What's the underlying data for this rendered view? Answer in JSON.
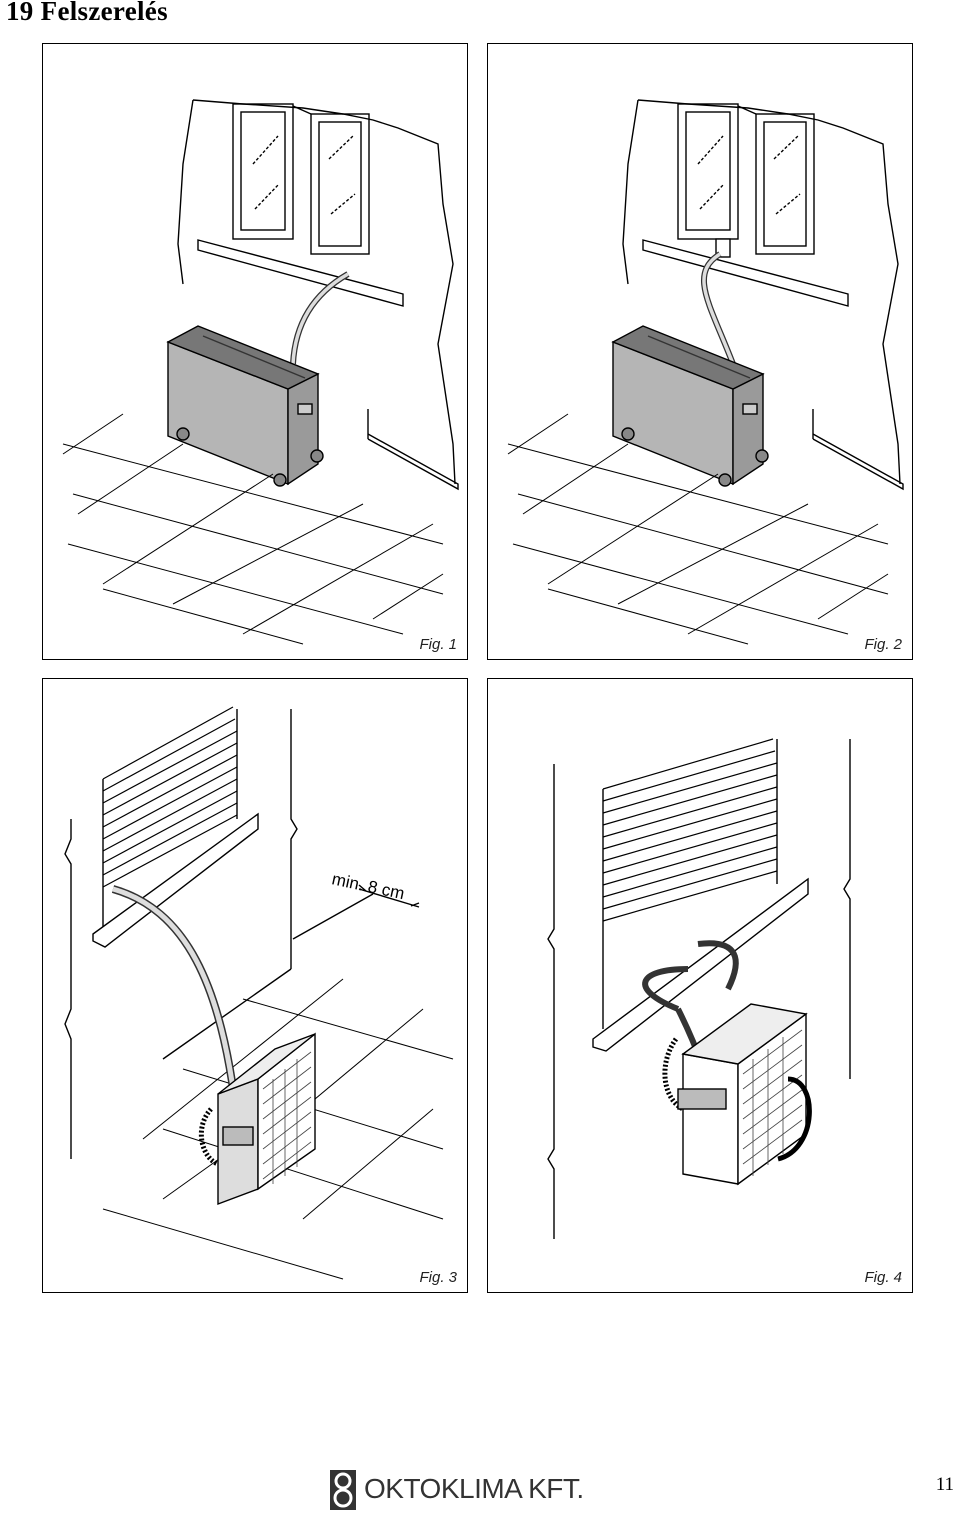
{
  "heading": "19  Felszerelés",
  "figures": [
    {
      "label": "Fig. 1"
    },
    {
      "label": "Fig. 2"
    },
    {
      "label": "Fig. 3",
      "annotation": "min. 8 cm"
    },
    {
      "label": "Fig. 4"
    }
  ],
  "footer": {
    "logo_text": "OKTOKLIMA KFT.",
    "page_number": "11"
  }
}
